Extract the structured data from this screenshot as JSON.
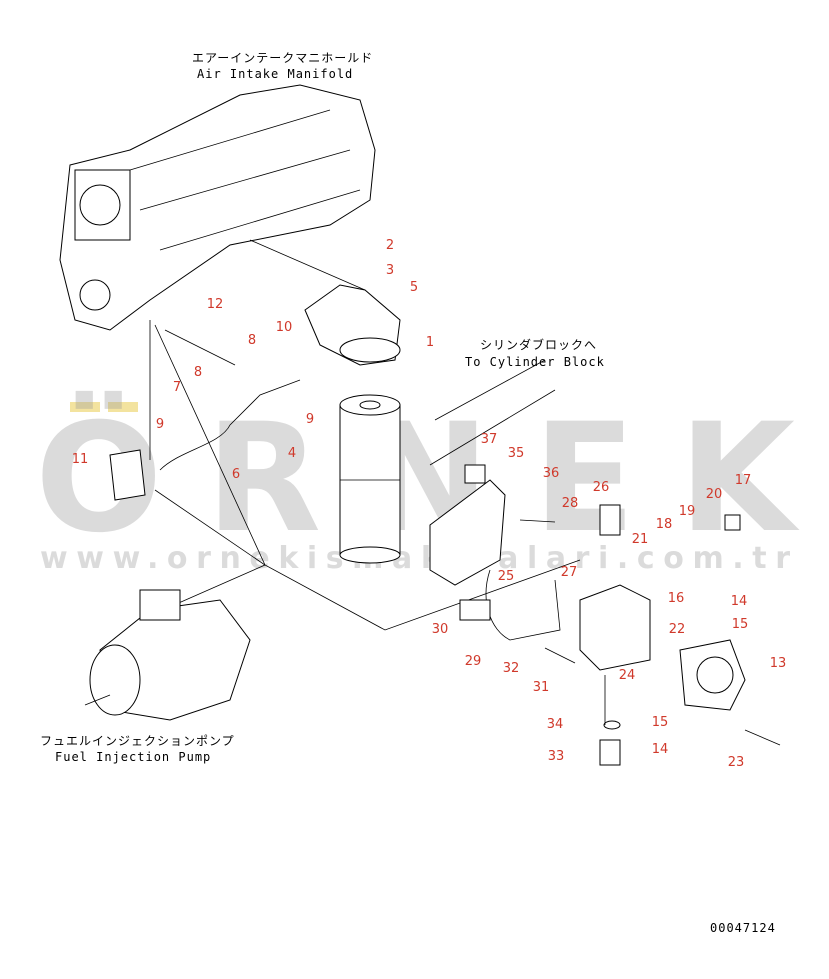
{
  "captions": {
    "manifold_jp": "エアーインテークマニホールド",
    "manifold_en": "Air Intake Manifold",
    "cylinder_jp": "シリンダブロックへ",
    "cylinder_en": "To Cylinder Block",
    "pump_jp": "フュエルインジェクションポンプ",
    "pump_en": "Fuel Injection Pump"
  },
  "watermark": {
    "brand": "ÖRNEK",
    "url": "www.ornekismakinalari.com.tr"
  },
  "drawing_code": "00047124",
  "callouts": [
    "2",
    "3",
    "5",
    "1",
    "12",
    "10",
    "8",
    "8",
    "7",
    "9",
    "9",
    "6",
    "11",
    "4",
    "37",
    "35",
    "36",
    "26",
    "28",
    "20",
    "17",
    "18",
    "19",
    "21",
    "27",
    "25",
    "16",
    "14",
    "15",
    "22",
    "13",
    "30",
    "29",
    "32",
    "31",
    "24",
    "34",
    "15",
    "14",
    "23",
    "33"
  ],
  "colors": {
    "callout": "#d0392b",
    "watermark": "#9a9a9a",
    "watermark_accent": "#e8c840"
  }
}
